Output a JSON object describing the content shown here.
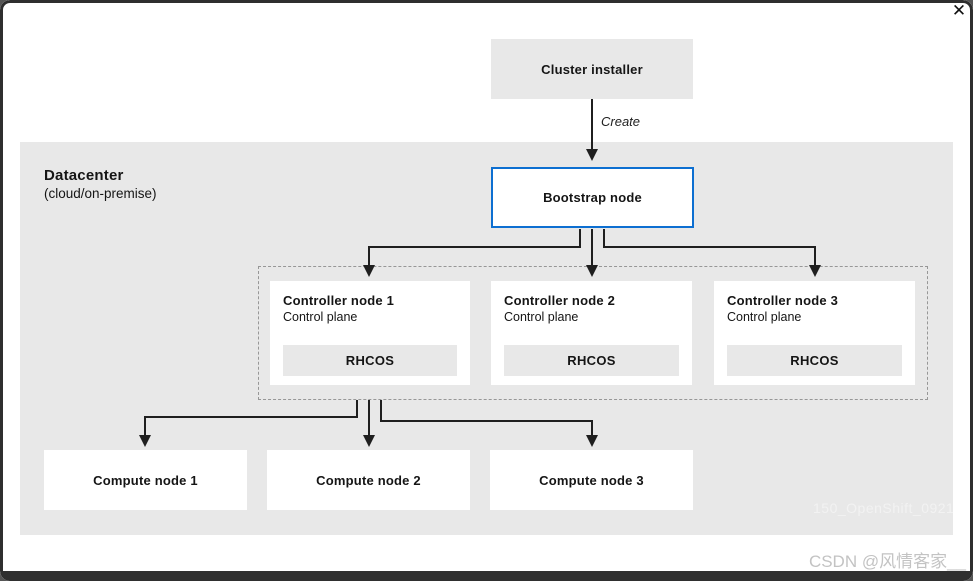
{
  "window": {
    "close_icon": "✕"
  },
  "diagram": {
    "installer": {
      "label": "Cluster installer"
    },
    "create_arrow_label": "Create",
    "datacenter": {
      "title": "Datacenter",
      "subtitle": "(cloud/on-premise)"
    },
    "bootstrap": {
      "label": "Bootstrap node"
    },
    "controllers": [
      {
        "title": "Controller node 1",
        "subtitle": "Control plane",
        "os": "RHCOS"
      },
      {
        "title": "Controller node 2",
        "subtitle": "Control plane",
        "os": "RHCOS"
      },
      {
        "title": "Controller node 3",
        "subtitle": "Control plane",
        "os": "RHCOS"
      }
    ],
    "computes": [
      {
        "label": "Compute node 1"
      },
      {
        "label": "Compute node 2"
      },
      {
        "label": "Compute node 3"
      }
    ],
    "colors": {
      "accent_blue": "#0d6fd1",
      "box_gray": "#e8e8e8",
      "arrow": "#1f1f1f",
      "frame": "#2f2f2f"
    }
  },
  "watermarks": {
    "diagram_id": "150_OpenShift_0921",
    "csdn": "CSDN @风情客家__"
  }
}
